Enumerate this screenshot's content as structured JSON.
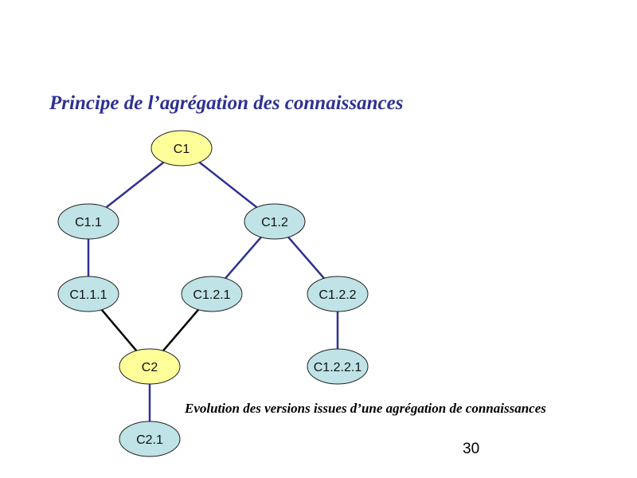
{
  "slide": {
    "title": "Principe de l’agrégation des connaissances",
    "caption": "Evolution des versions issues d’une agrégation de connaissances",
    "page_number": "30"
  },
  "colors": {
    "title": "#2E3192",
    "node_fill_default": "#BFE3E6",
    "node_fill_highlight": "#FFFF99",
    "edge_blue": "#2E3192",
    "edge_black": "#000000"
  },
  "diagram": {
    "nodes": [
      {
        "id": "C1",
        "label": "C1",
        "highlight": true
      },
      {
        "id": "C1.1",
        "label": "C1.1",
        "highlight": false
      },
      {
        "id": "C1.2",
        "label": "C1.2",
        "highlight": false
      },
      {
        "id": "C1.1.1",
        "label": "C1.1.1",
        "highlight": false
      },
      {
        "id": "C1.2.1",
        "label": "C1.2.1",
        "highlight": false
      },
      {
        "id": "C1.2.2",
        "label": "C1.2.2",
        "highlight": false
      },
      {
        "id": "C2",
        "label": "C2",
        "highlight": true
      },
      {
        "id": "C1.2.2.1",
        "label": "C1.2.2.1",
        "highlight": false
      },
      {
        "id": "C2.1",
        "label": "C2.1",
        "highlight": false
      }
    ],
    "edges": [
      {
        "from": "C1",
        "to": "C1.1",
        "color": "blue"
      },
      {
        "from": "C1",
        "to": "C1.2",
        "color": "blue"
      },
      {
        "from": "C1.1",
        "to": "C1.1.1",
        "color": "blue"
      },
      {
        "from": "C1.2",
        "to": "C1.2.1",
        "color": "blue"
      },
      {
        "from": "C1.2",
        "to": "C1.2.2",
        "color": "blue"
      },
      {
        "from": "C1.1.1",
        "to": "C2",
        "color": "black"
      },
      {
        "from": "C1.2.1",
        "to": "C2",
        "color": "black"
      },
      {
        "from": "C1.2.2",
        "to": "C1.2.2.1",
        "color": "blue"
      },
      {
        "from": "C2",
        "to": "C2.1",
        "color": "blue"
      }
    ]
  }
}
